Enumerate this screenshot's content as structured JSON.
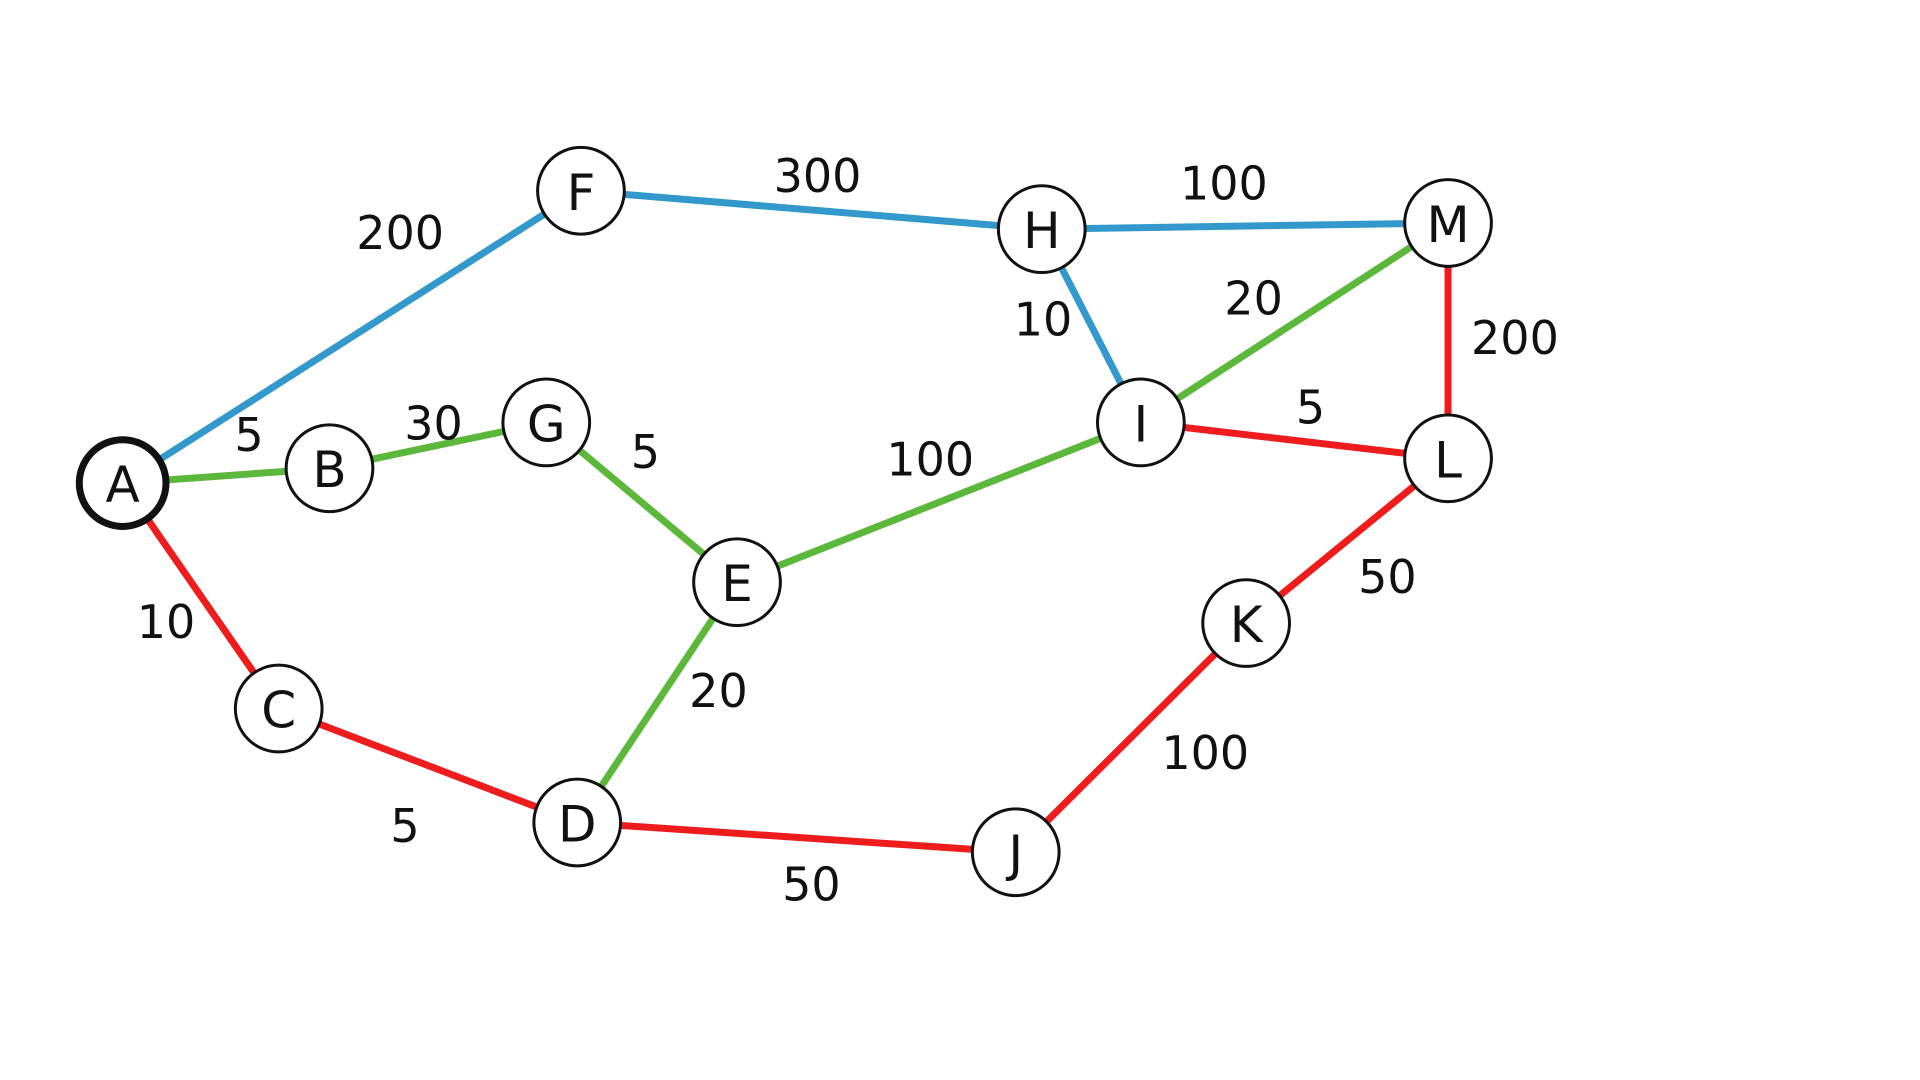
{
  "colors": {
    "blue": "#3399cc",
    "green": "#5cb83a",
    "red": "#ee1c1c",
    "node_stroke": "#111111",
    "node_fill": "#ffffff",
    "text": "#111111"
  },
  "graph": {
    "start_node": "A",
    "nodes": [
      {
        "id": "A",
        "label": "A"
      },
      {
        "id": "B",
        "label": "B"
      },
      {
        "id": "C",
        "label": "C"
      },
      {
        "id": "D",
        "label": "D"
      },
      {
        "id": "E",
        "label": "E"
      },
      {
        "id": "F",
        "label": "F"
      },
      {
        "id": "G",
        "label": "G"
      },
      {
        "id": "H",
        "label": "H"
      },
      {
        "id": "I",
        "label": "I"
      },
      {
        "id": "J",
        "label": "J"
      },
      {
        "id": "K",
        "label": "K"
      },
      {
        "id": "L",
        "label": "L"
      },
      {
        "id": "M",
        "label": "M"
      }
    ],
    "edges": [
      {
        "from": "A",
        "to": "F",
        "weight": "200",
        "color": "blue"
      },
      {
        "from": "F",
        "to": "H",
        "weight": "300",
        "color": "blue"
      },
      {
        "from": "H",
        "to": "M",
        "weight": "100",
        "color": "blue"
      },
      {
        "from": "H",
        "to": "I",
        "weight": "10",
        "color": "blue"
      },
      {
        "from": "A",
        "to": "B",
        "weight": "5",
        "color": "green"
      },
      {
        "from": "B",
        "to": "G",
        "weight": "30",
        "color": "green"
      },
      {
        "from": "G",
        "to": "E",
        "weight": "5",
        "color": "green"
      },
      {
        "from": "E",
        "to": "I",
        "weight": "100",
        "color": "green"
      },
      {
        "from": "I",
        "to": "M",
        "weight": "20",
        "color": "green"
      },
      {
        "from": "E",
        "to": "D",
        "weight": "20",
        "color": "green"
      },
      {
        "from": "A",
        "to": "C",
        "weight": "10",
        "color": "red"
      },
      {
        "from": "C",
        "to": "D",
        "weight": "5",
        "color": "red"
      },
      {
        "from": "D",
        "to": "J",
        "weight": "50",
        "color": "red"
      },
      {
        "from": "J",
        "to": "K",
        "weight": "100",
        "color": "red"
      },
      {
        "from": "K",
        "to": "L",
        "weight": "50",
        "color": "red"
      },
      {
        "from": "I",
        "to": "L",
        "weight": "5",
        "color": "red"
      },
      {
        "from": "M",
        "to": "L",
        "weight": "200",
        "color": "red"
      }
    ]
  }
}
